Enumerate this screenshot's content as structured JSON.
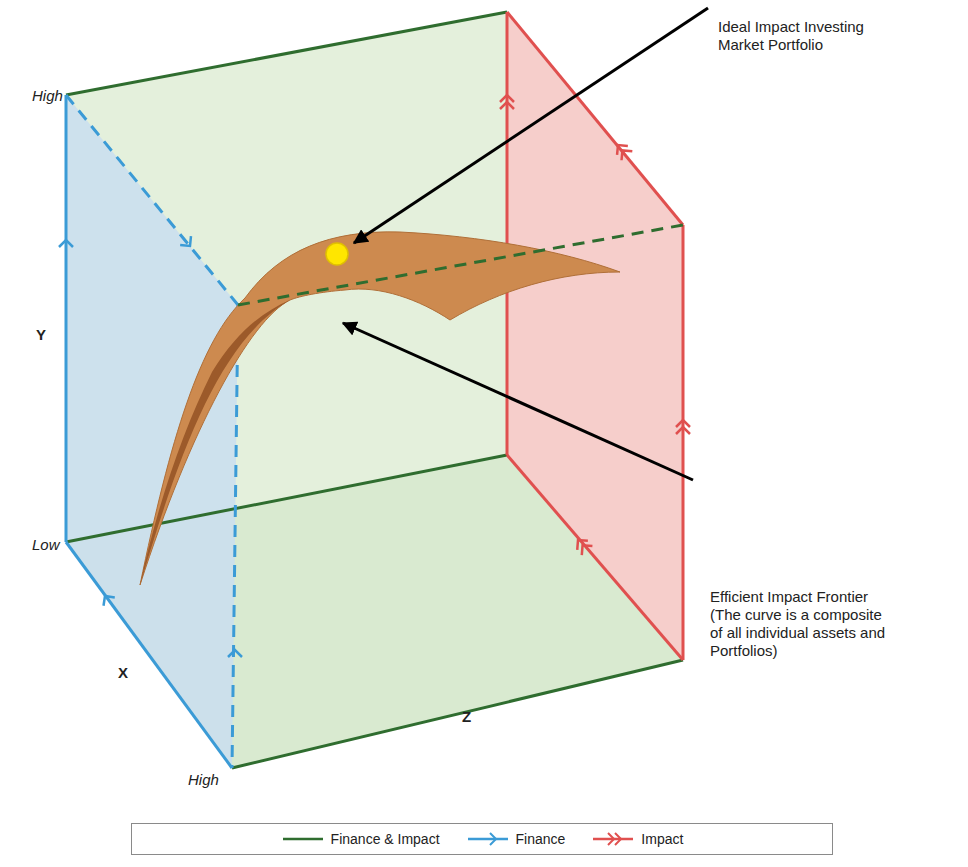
{
  "diagram": {
    "labels": [
      "Ideal Impact Investing Market Portfolio",
      "High",
      "Y",
      "Low",
      "X",
      "High",
      "Z",
      "Efficient Impact Frontier (The curve is a composite of all individual assets and Portfolios)"
    ],
    "legend": [
      {
        "text": "Finance & Impact"
      },
      {
        "text": "Finance"
      },
      {
        "text": "Impact"
      }
    ]
  }
}
